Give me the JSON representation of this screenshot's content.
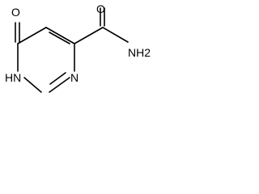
{
  "molecule": {
    "atoms": {
      "carbonyl_o_left": "O",
      "ring_nh": "HN",
      "ring_n": "N",
      "carbonyl_o_right": "O",
      "amide_nh2": "NH2"
    }
  },
  "colors": {
    "bond": "#000000",
    "label": "#000000",
    "background": "#ffffff"
  }
}
